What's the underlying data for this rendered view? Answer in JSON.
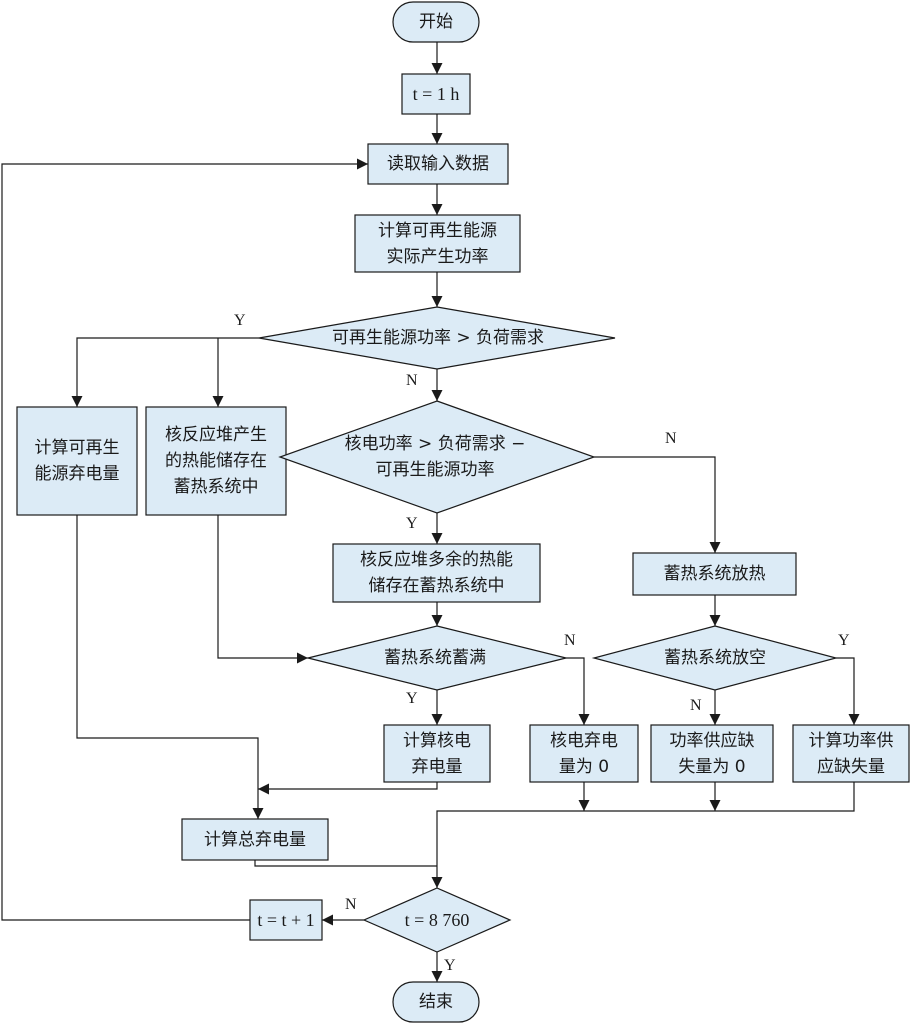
{
  "colors": {
    "fill": "#dcebf6",
    "stroke": "#1a1a1a"
  },
  "nodes": {
    "start": "开始",
    "init_t": "t = 1 h",
    "read_input": "读取输入数据",
    "calc_renewable": "计算可再生能源\n实际产生功率",
    "cond_renewable_gt_load": "可再生能源功率 > 负荷需求",
    "calc_renewable_curtail": "计算可再生\n能源弃电量",
    "nuclear_heat_store": "核反应堆产生\n的热能储存在\n蓄热系统中",
    "cond_nuclear_gt_net": "核电功率 > 负荷需求 −\n可再生能源功率",
    "surplus_heat_store": "核反应堆多余的热能\n储存在蓄热系统中",
    "thermal_discharge": "蓄热系统放热",
    "cond_storage_full": "蓄热系统蓄满",
    "cond_storage_empty": "蓄热系统放空",
    "calc_nuclear_curtail": "计算核电\n弃电量",
    "nuclear_curtail_zero": "核电弃电\n量为 0",
    "power_shortage_zero": "功率供应缺\n失量为 0",
    "calc_power_shortage": "计算功率供\n应缺失量",
    "calc_total_curtail": "计算总弃电量",
    "increment_t": "t = t + 1",
    "cond_t_end": "t = 8 760",
    "end": "结束"
  },
  "branches": {
    "yes": "Y",
    "no": "N"
  }
}
